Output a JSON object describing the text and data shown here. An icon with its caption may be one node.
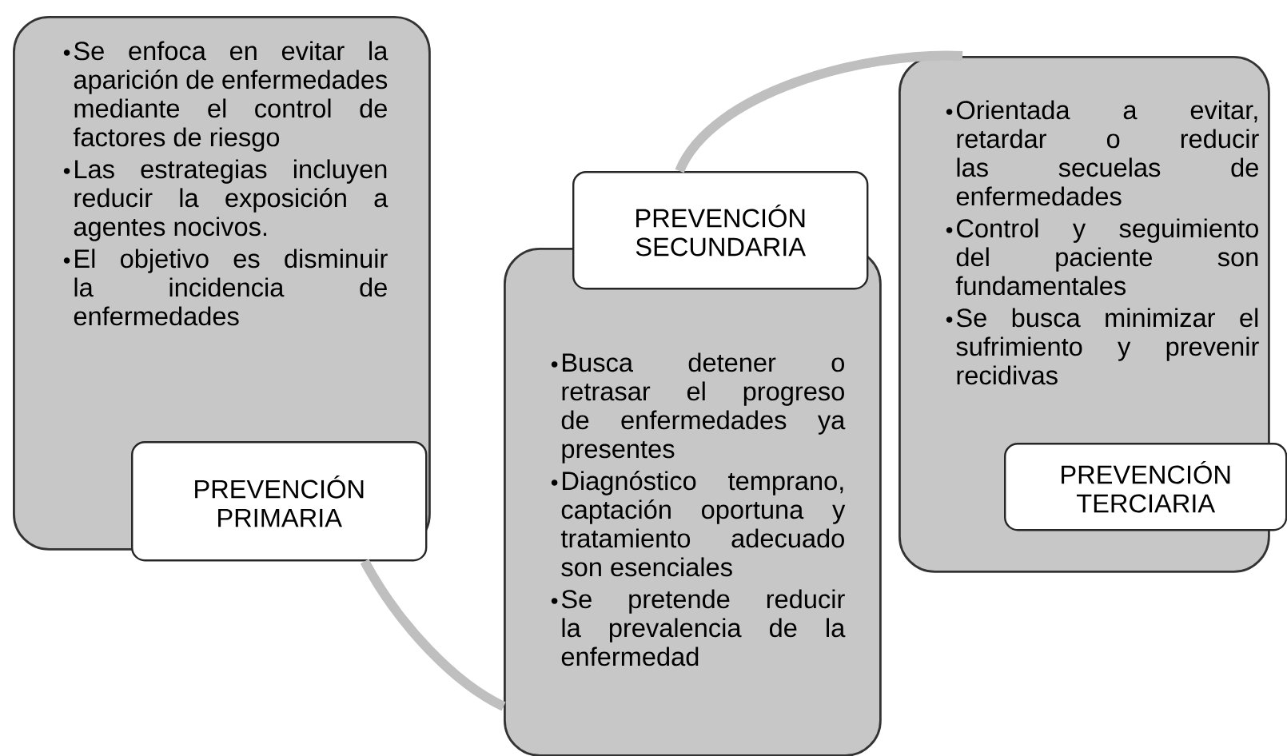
{
  "diagram": {
    "nodes": [
      {
        "text": [
          "Se enfoca en evitar la aparición de enfermedades mediante el control de factores de riesgo",
          "Las estrategias incluyen reducir la exposición a agentes nocivos.",
          "El objetivo es disminuir la incidencia de enfermedades"
        ]
      },
      {
        "text": [
          "PREVENCIÓN PRIMARIA"
        ]
      },
      {
        "text": [
          "PREVENCIÓN SECUNDARIA"
        ]
      },
      {
        "text": [
          "Busca detener o retrasar el progreso de enfermedades ya presentes",
          "Diagnóstico temprano, captación oportuna y tratamiento adecuado son esenciales",
          "Se pretende reducir la prevalencia de la enfermedad"
        ]
      },
      {
        "text": [
          "Orientada a evitar, retardar o reducir las secuelas de enfermedades",
          "Control y seguimiento del paciente son fundamentales",
          "Se busca minimizar el sufrimiento y prevenir recidivas"
        ]
      },
      {
        "text": [
          "PREVENCIÓN TERCIARIA"
        ]
      }
    ],
    "edges": [
      {
        "from": 1,
        "to": 3,
        "arrow": "none"
      },
      {
        "from": 2,
        "to": 4,
        "arrow": "none"
      }
    ]
  }
}
